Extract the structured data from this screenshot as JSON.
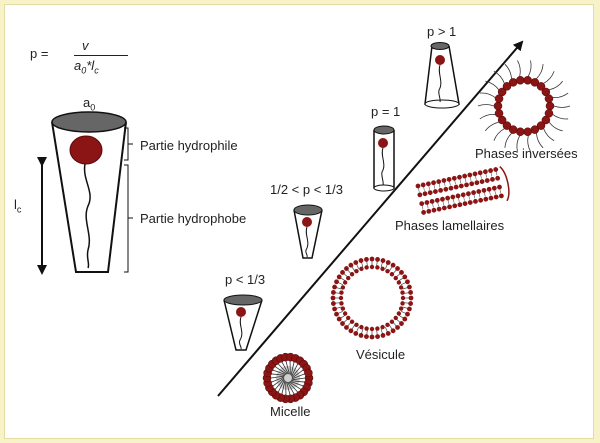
{
  "formula": {
    "lhs": "p =",
    "numerator": "v",
    "den_a": "a",
    "den_a_sub": "0",
    "den_mid": "*l",
    "den_l_sub": "c"
  },
  "main_cone": {
    "top_label": "a",
    "top_label_sub": "0",
    "length_label": "l",
    "length_label_sub": "c",
    "hydrophilic_label": "Partie hydrophile",
    "hydrophobic_label": "Partie hydrophobe"
  },
  "shapes": [
    {
      "condition": "p < 1/3",
      "structure": "Micelle"
    },
    {
      "condition": "1/2 < p < 1/3",
      "structure": ""
    },
    {
      "condition": "p = 1",
      "structure": ""
    },
    {
      "condition": "p > 1",
      "structure": ""
    }
  ],
  "structures": {
    "micelle": "Micelle",
    "vesicle": "Vésicule",
    "lamellar": "Phases lamellaires",
    "inverse": "Phases inversées"
  },
  "colors": {
    "page_border": "#f7f2c7",
    "head": "#8b1414",
    "cone_top": "#666666",
    "outline": "#111111"
  }
}
